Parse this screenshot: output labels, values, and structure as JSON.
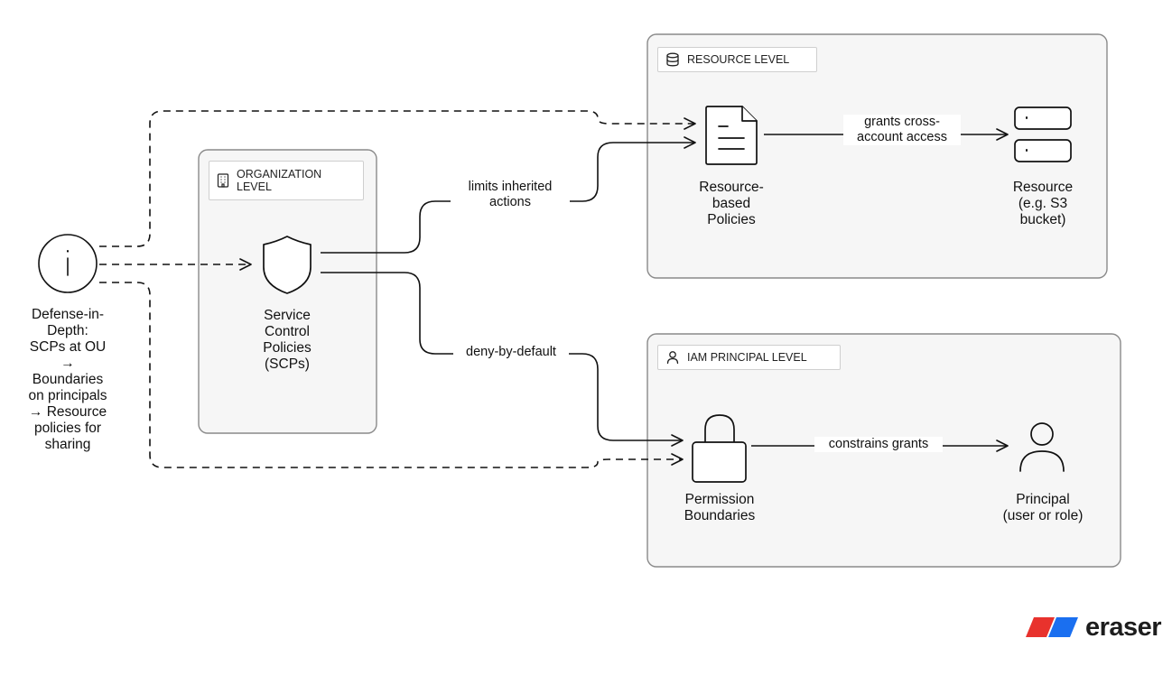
{
  "groups": {
    "resource": {
      "title": "RESOURCE LEVEL",
      "icon": "database-icon"
    },
    "organization": {
      "title": "ORGANIZATION\nLEVEL",
      "icon": "building-icon"
    },
    "iam": {
      "title": "IAM PRINCIPAL LEVEL",
      "icon": "user-icon"
    }
  },
  "nodes": {
    "defense": {
      "label": "Defense-in-\nDepth:\nSCPs at OU\n→\nBoundaries\non principals\n→ Resource\npolicies for\nsharing",
      "icon": "info-icon"
    },
    "scp": {
      "label": "Service\nControl\nPolicies\n(SCPs)",
      "icon": "shield-icon"
    },
    "resource_policies": {
      "label": "Resource-\nbased\nPolicies",
      "icon": "document-icon"
    },
    "resource": {
      "label": "Resource\n(e.g. S3\nbucket)",
      "icon": "server-icon"
    },
    "permission_boundaries": {
      "label": "Permission\nBoundaries",
      "icon": "lock-icon"
    },
    "principal": {
      "label": "Principal\n(user or role)",
      "icon": "user-icon"
    }
  },
  "edges": {
    "limits": "limits inherited\nactions",
    "deny": "deny-by-default",
    "grants": "grants cross-\naccount access",
    "constrains": "constrains grants"
  },
  "brand": {
    "name": "eraser",
    "colors": [
      "#e8322d",
      "#1a6ff0"
    ]
  }
}
